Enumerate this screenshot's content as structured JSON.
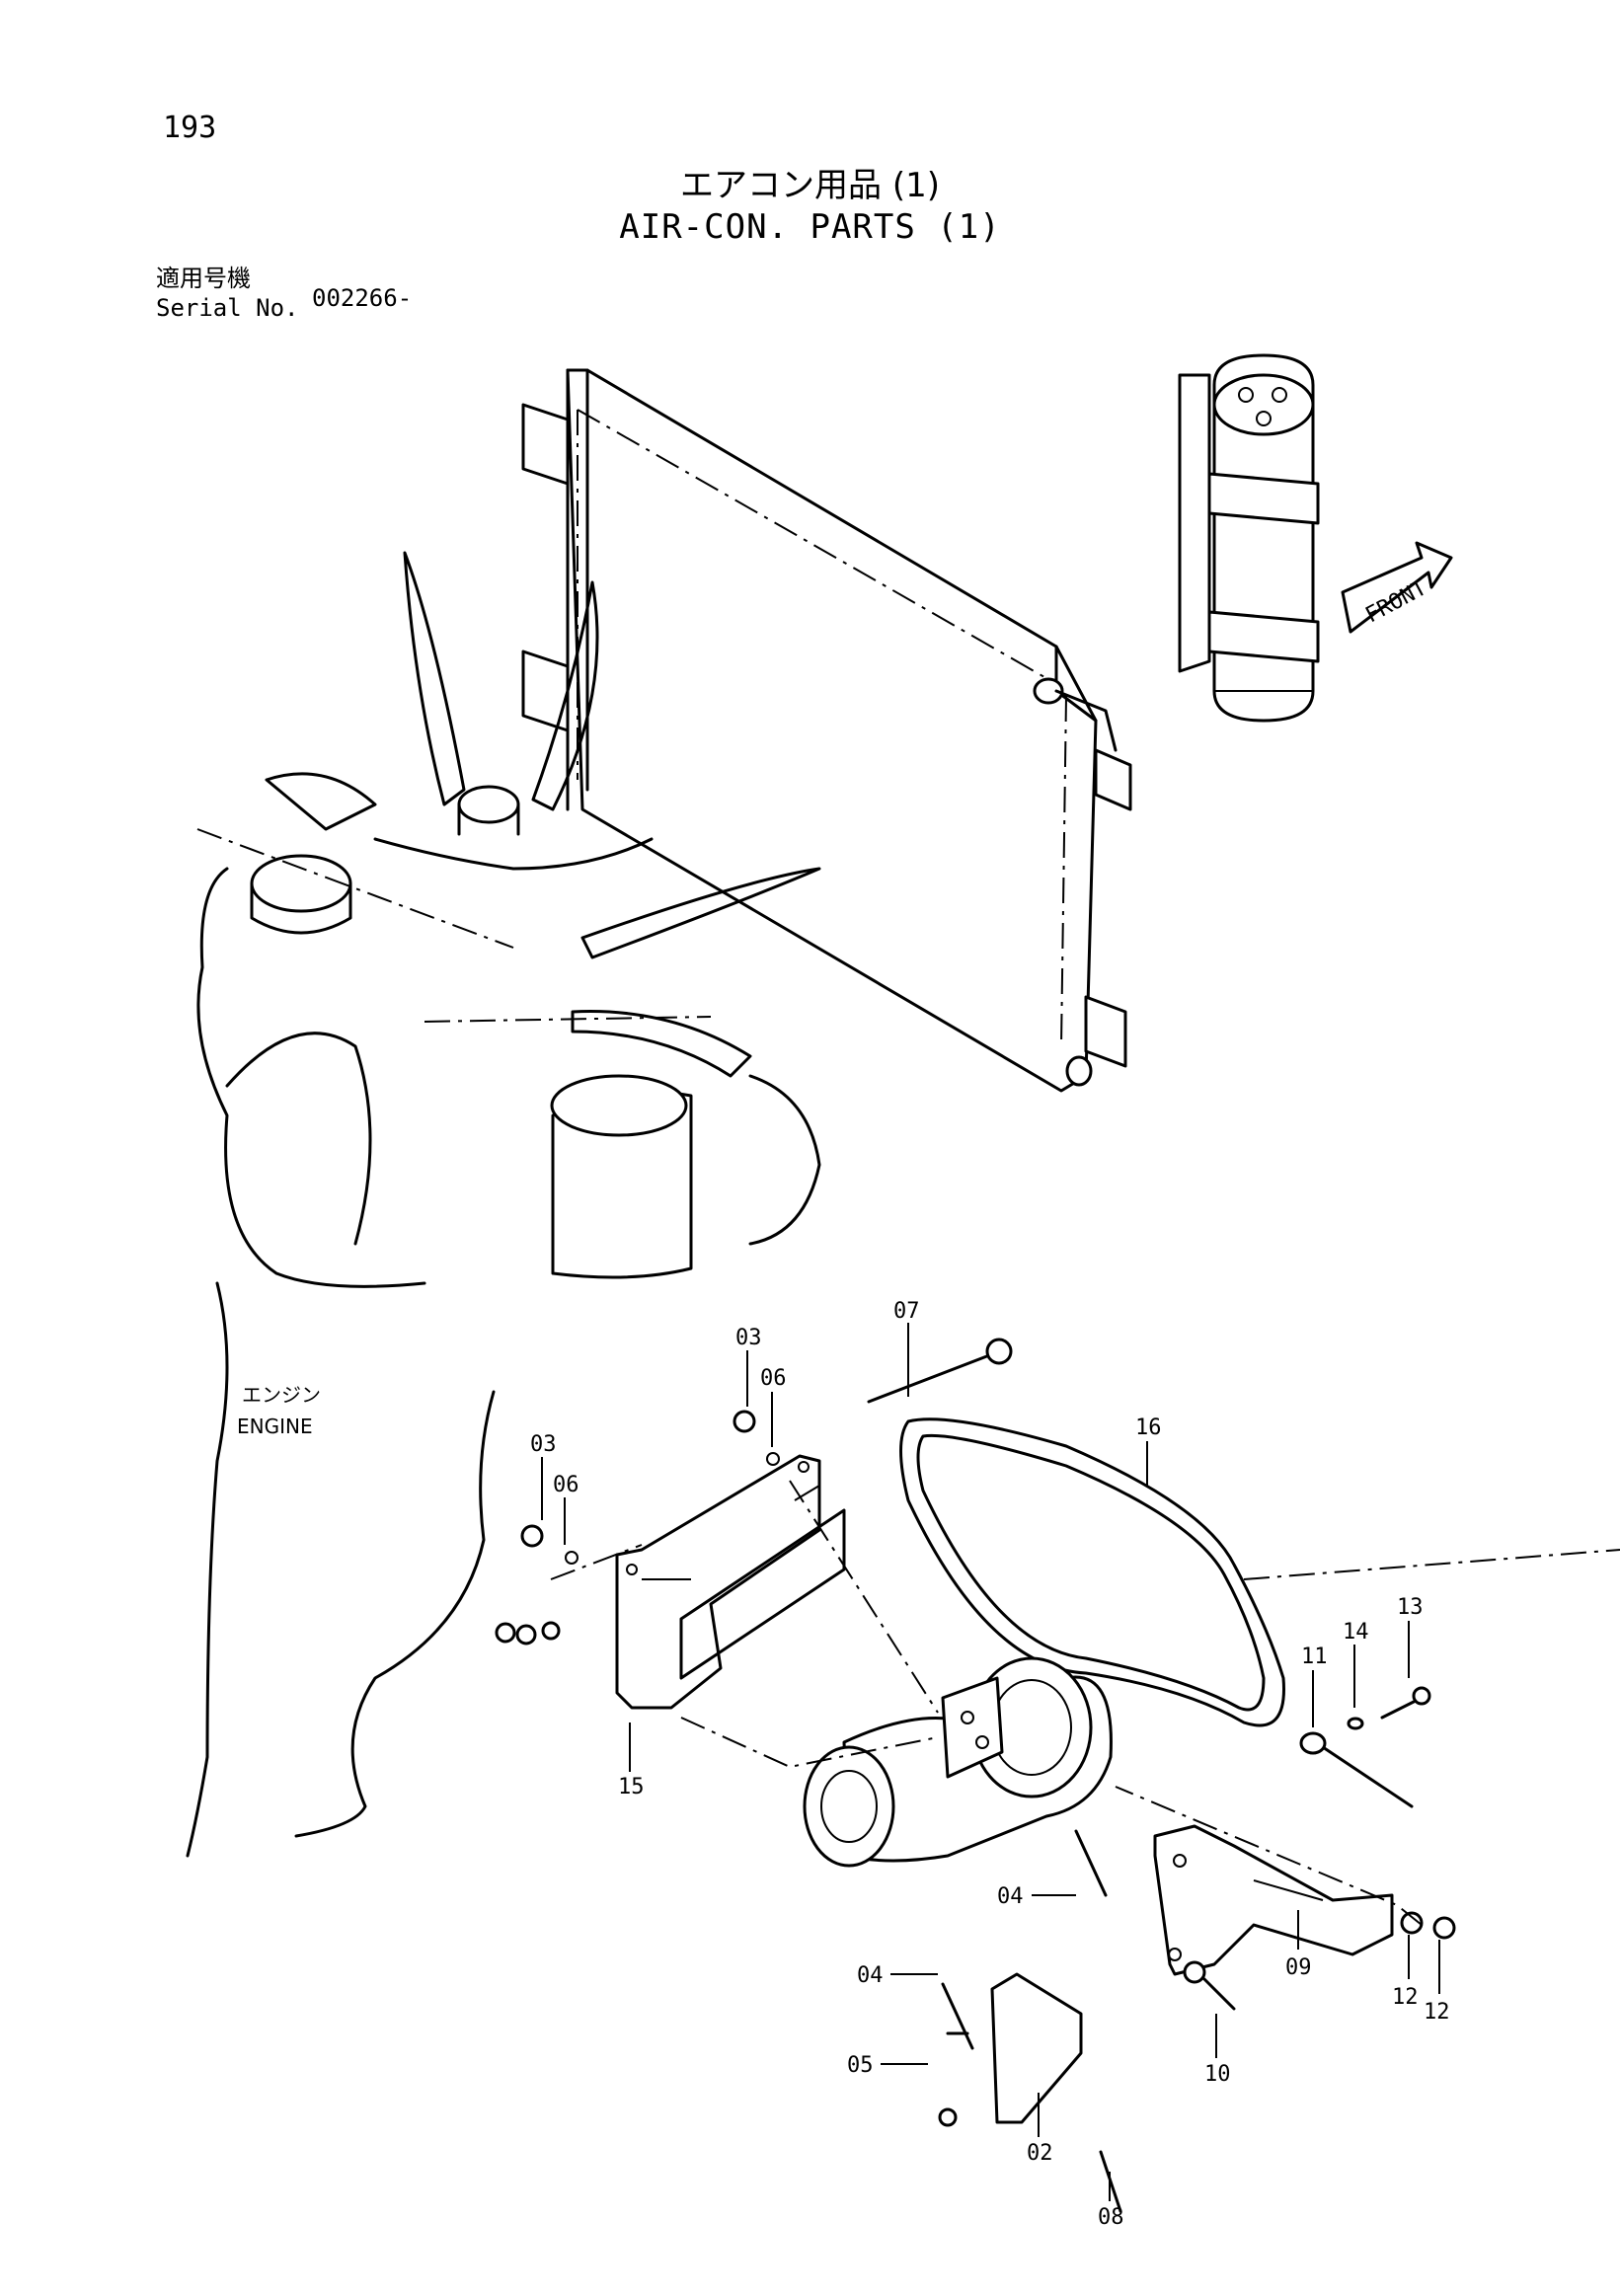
{
  "page_number": "193",
  "title_jp": "エアコン用品 (1)",
  "title_en": "AIR-CON. PARTS (1)",
  "serial": {
    "label_jp": "適用号機",
    "label_en": "Serial No.",
    "value": "002266-"
  },
  "engine_label": {
    "jp": "エンジン",
    "en": "ENGINE"
  },
  "front_label": "FRONT",
  "callouts": {
    "c02": "02",
    "c03a": "03",
    "c03b": "03",
    "c04a": "04",
    "c04b": "04",
    "c05": "05",
    "c06a": "06",
    "c06b": "06",
    "c07": "07",
    "c08": "08",
    "c09": "09",
    "c10": "10",
    "c11": "11",
    "c12a": "12",
    "c12b": "12",
    "c13": "13",
    "c14": "14",
    "c15": "15",
    "c16": "16"
  }
}
